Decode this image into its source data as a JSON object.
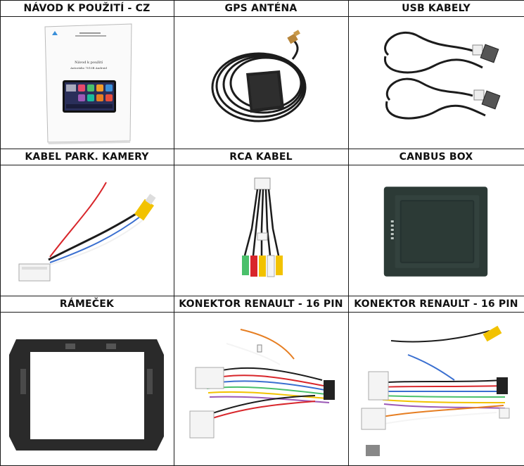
{
  "items": [
    {
      "title": "NÁVOD K POUŽITÍ - CZ",
      "icon": "manual-booklet-image",
      "manual_heading": "Návod k použití",
      "manual_subheading": "Autorádio 7010B Android"
    },
    {
      "title": "GPS ANTÉNA",
      "icon": "gps-antenna-image"
    },
    {
      "title": "USB KABELY",
      "icon": "usb-cables-image"
    },
    {
      "title": "KABEL PARK. KAMERY",
      "icon": "parking-camera-cable-image"
    },
    {
      "title": "RCA KABEL",
      "icon": "rca-cable-image"
    },
    {
      "title": "CANBUS BOX",
      "icon": "canbus-box-image"
    },
    {
      "title": "RÁMEČEK",
      "icon": "frame-image"
    },
    {
      "title": "KONEKTOR RENAULT - 16 PIN",
      "icon": "renault-connector-harness-image"
    },
    {
      "title": "KONEKTOR RENAULT - 16 PIN",
      "icon": "renault-connector-harness-image-2"
    }
  ],
  "colors": {
    "border": "#1a1a1a",
    "cable_black": "#1c1c1c",
    "rca_yellow": "#f2c200",
    "rca_red": "#d8262b",
    "connector_white": "#f4f4f4",
    "canbus_green": "#2c3a36"
  }
}
